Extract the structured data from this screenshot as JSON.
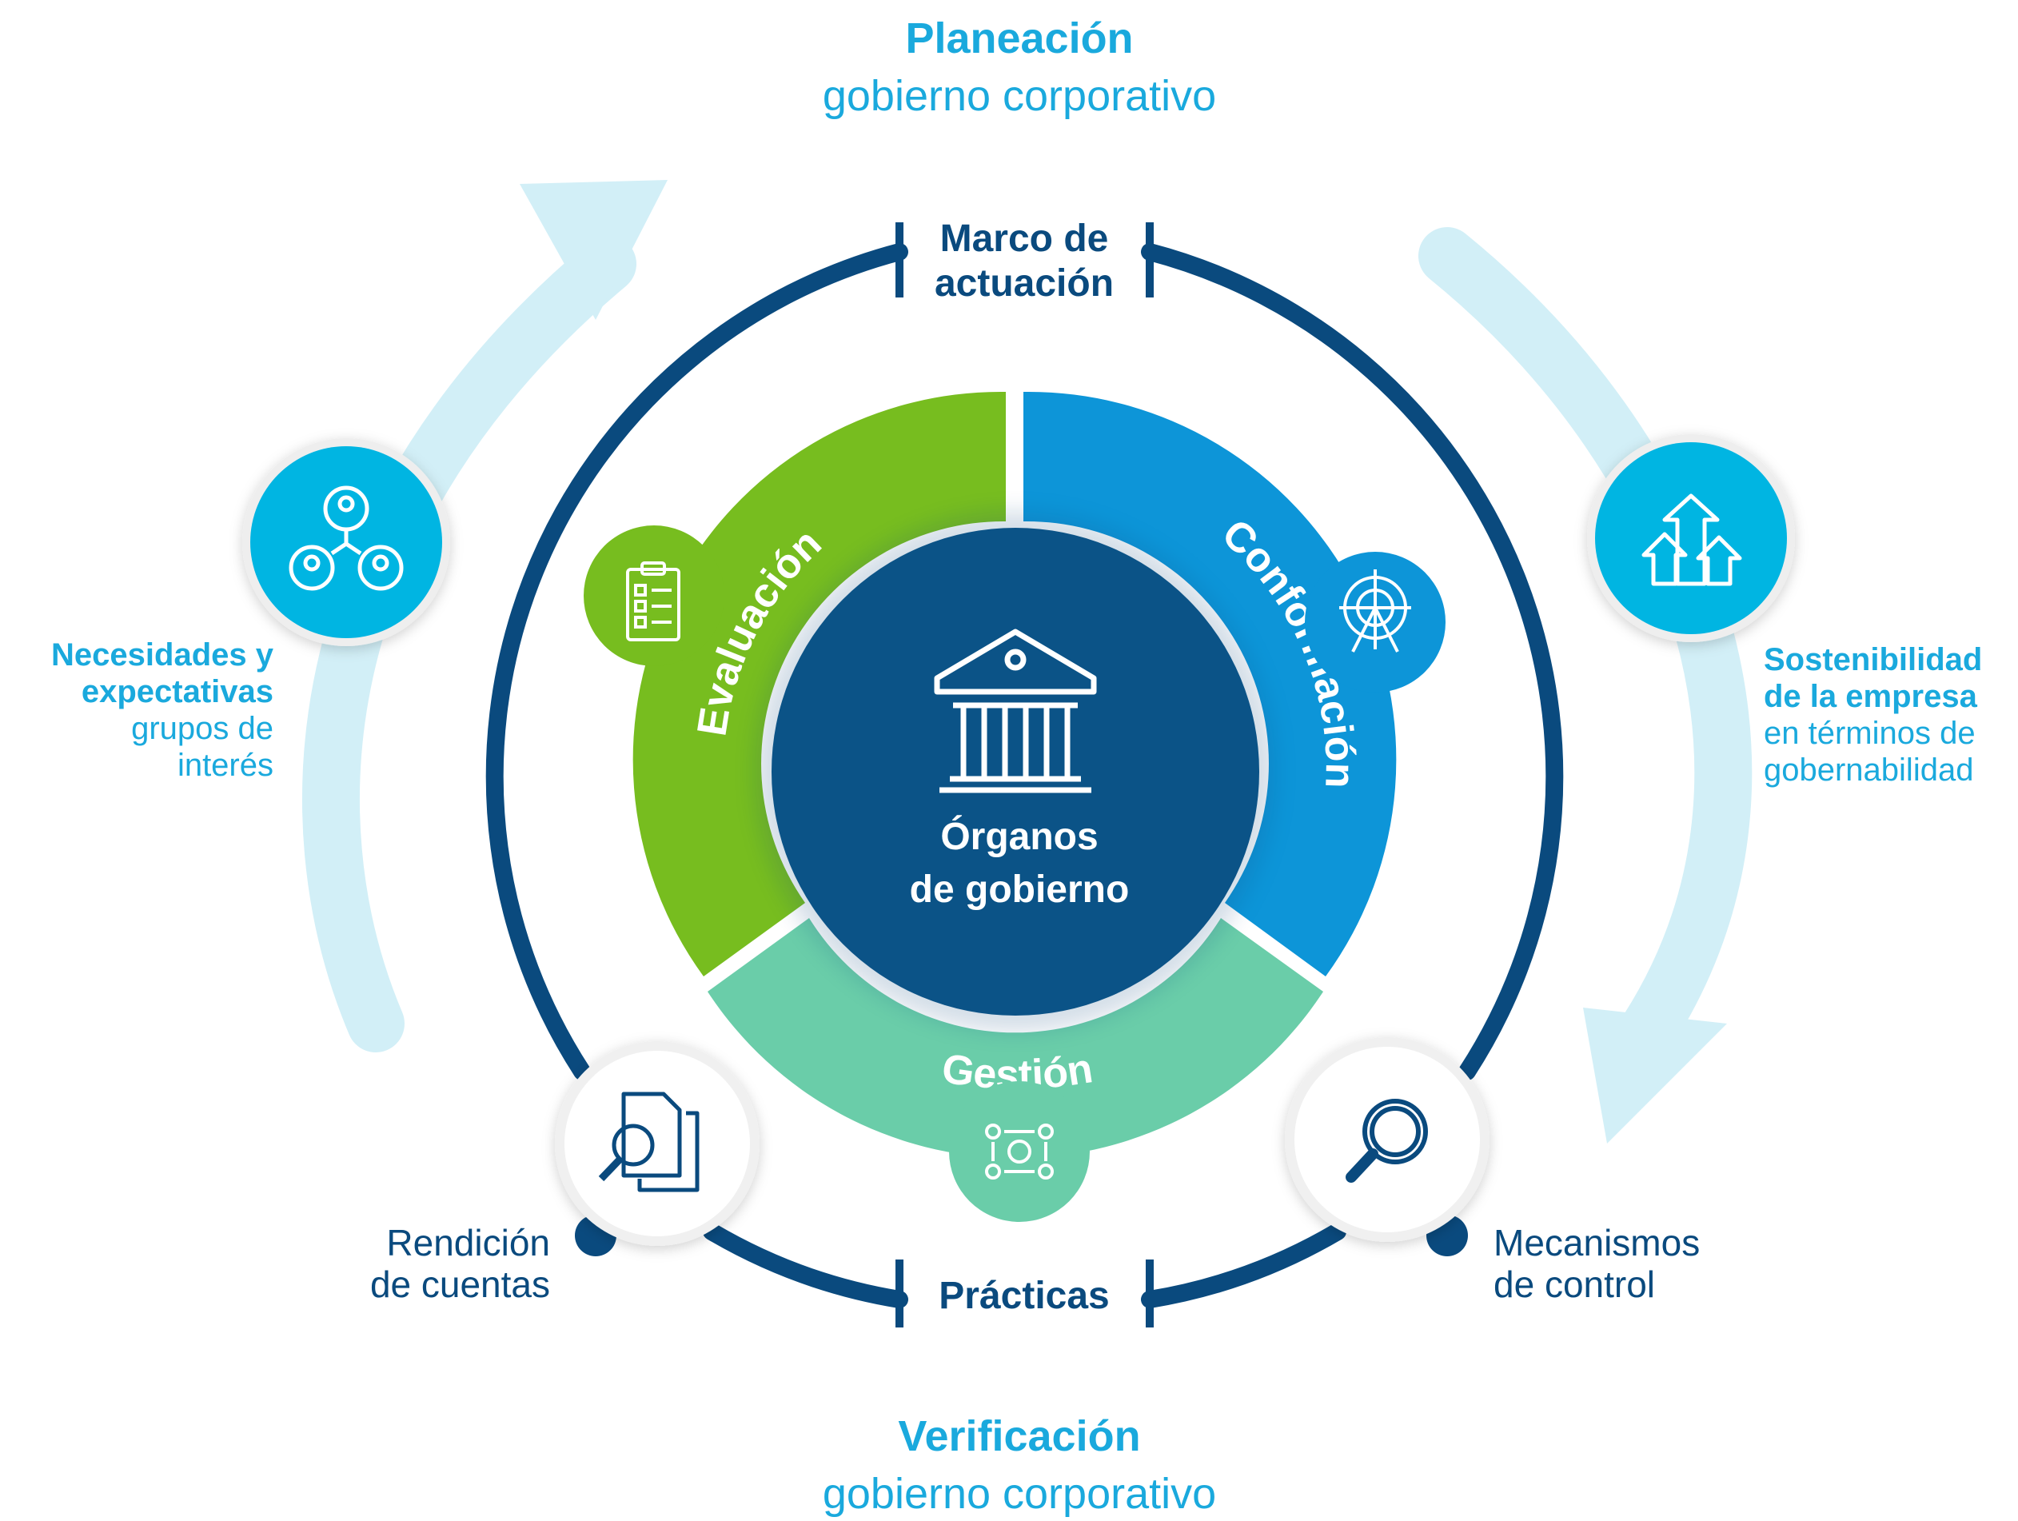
{
  "top": {
    "title": "Planeación",
    "subtitle": "gobierno corporativo"
  },
  "bottom": {
    "title": "Verificación",
    "subtitle": "gobierno corporativo"
  },
  "ring": {
    "top_label_1": "Marco de",
    "top_label_2": "actuación",
    "bottom_label": "Prácticas"
  },
  "center": {
    "line1": "Órganos",
    "line2": "de gobierno"
  },
  "segments": {
    "evaluacion": "Evaluación",
    "conformacion": "Conformación",
    "gestion": "Gestión"
  },
  "left_note": {
    "bold1": "Necesidades y",
    "bold2": "expectativas",
    "line3": "grupos de",
    "line4": "interés"
  },
  "right_note": {
    "bold1": "Sostenibilidad",
    "bold2": "de la empresa",
    "line3": "en términos de",
    "line4": "gobernabilidad"
  },
  "bottom_left": {
    "line1": "Rendición",
    "line2": "de cuentas"
  },
  "bottom_right": {
    "line1": "Mecanismos",
    "line2": "de control"
  },
  "colors": {
    "navy": "#0a4a7e",
    "center_blue": "#0b5387",
    "green": "#77bd1f",
    "blue": "#0d95d8",
    "mint": "#6acda9",
    "cyan": "#00b5e2",
    "light_cyan": "#d2eff7",
    "title_cyan": "#1aa9dd"
  },
  "icons": [
    "people-network-icon",
    "growth-arrows-icon",
    "checklist-icon",
    "target-icon",
    "bank-building-icon",
    "process-people-icon",
    "document-search-icon",
    "magnifier-icon"
  ]
}
